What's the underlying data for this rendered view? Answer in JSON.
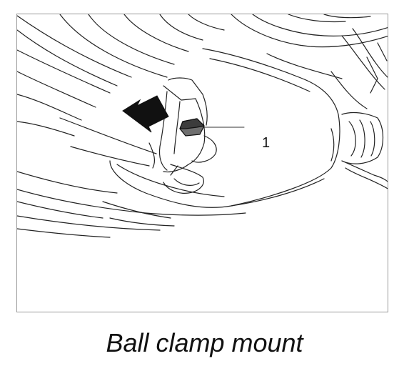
{
  "figure": {
    "callouts": [
      {
        "number": "1",
        "part": "ball clamp nut"
      }
    ],
    "caption": "Ball clamp mount",
    "arrow_color": "#111111",
    "line_color": "#222222"
  }
}
